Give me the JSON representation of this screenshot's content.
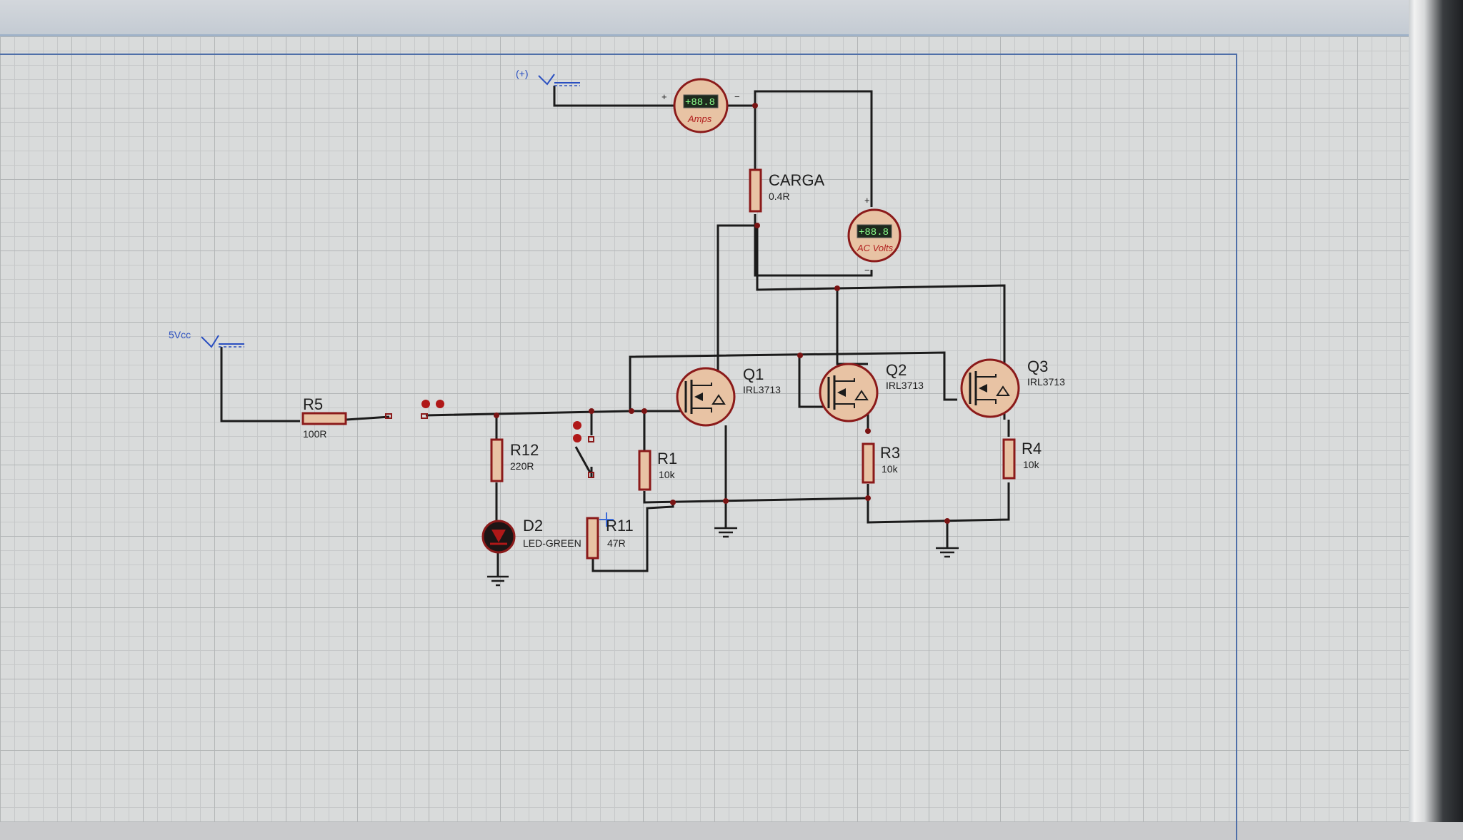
{
  "power_terminals": {
    "top": "(+)",
    "left": "5Vcc"
  },
  "meters": {
    "amps": {
      "label": "Amps",
      "display": "+88.8",
      "plus": "+",
      "minus": "−"
    },
    "volts": {
      "label": "AC Volts",
      "display": "+88.8",
      "plus": "+",
      "minus": "−"
    }
  },
  "components": {
    "R5": {
      "ref": "R5",
      "value": "100R"
    },
    "R12": {
      "ref": "R12",
      "value": "220R"
    },
    "R1": {
      "ref": "R1",
      "value": "10k"
    },
    "R3": {
      "ref": "R3",
      "value": "10k"
    },
    "R4": {
      "ref": "R4",
      "value": "10k"
    },
    "R11": {
      "ref": "R11",
      "value": "47R"
    },
    "CARGA": {
      "ref": "CARGA",
      "value": "0.4R"
    },
    "D2": {
      "ref": "D2",
      "value": "LED-GREEN"
    },
    "Q1": {
      "ref": "Q1",
      "value": "IRL3713"
    },
    "Q2": {
      "ref": "Q2",
      "value": "IRL3713"
    },
    "Q3": {
      "ref": "Q3",
      "value": "IRL3713"
    }
  },
  "colors": {
    "wire": "#1b1b1b",
    "component": "#8b1a1a",
    "component_fill": "#e8c3a4",
    "power": "#2a4fc0"
  }
}
